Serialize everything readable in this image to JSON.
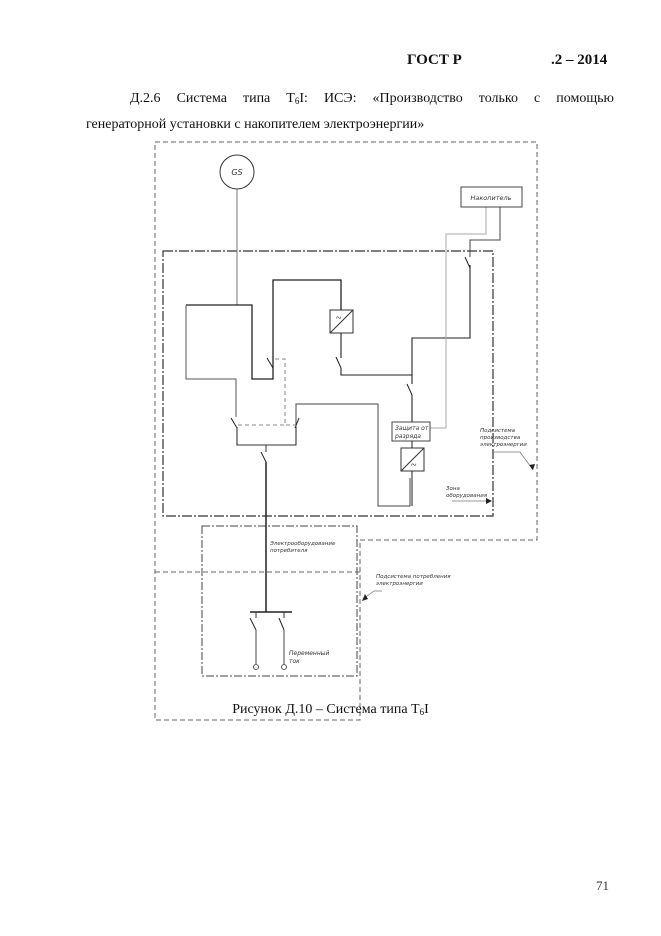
{
  "header": {
    "standard": "ГОСТ Р",
    "number": ".2  – 2014"
  },
  "section": {
    "line1_parts": [
      "Д.2.6",
      "Система",
      "типа",
      "T",
      "6",
      "I:",
      "ИСЭ:",
      "«Производство",
      "только",
      "с",
      "помощью"
    ],
    "line1_words": [
      "Д.2.6",
      "Система",
      "типа"
    ],
    "type_base": "T",
    "type_sub": "6",
    "type_suffix": "I:",
    "line1_rest": [
      "ИСЭ:",
      "«Производство",
      "только",
      "с",
      "помощью"
    ],
    "line2": "генераторной установки с накопителем электроэнергии»"
  },
  "diagram": {
    "generator_label": "GS",
    "storage_label": "Накопитель",
    "discharge_protection_label_1": "Защита от",
    "discharge_protection_label_2": "разряда",
    "production_subsystem_1": "Подсистема",
    "production_subsystem_2": "производства",
    "production_subsystem_3": "электроэнергии",
    "equipment_zone_1": "Зона",
    "equipment_zone_2": "оборудования",
    "consumer_equipment_1": "Электрооборудование",
    "consumer_equipment_2": "потребителя",
    "consumption_subsystem_1": "Подсистема потребления",
    "consumption_subsystem_2": "электроэнергии",
    "ac_label_1": "Переменный",
    "ac_label_2": "ток",
    "inverter_symbol": "~"
  },
  "caption": {
    "prefix": "Рисунок Д.10 – Система типа T",
    "sub": "6",
    "suffix": "I"
  },
  "page_number": "71"
}
